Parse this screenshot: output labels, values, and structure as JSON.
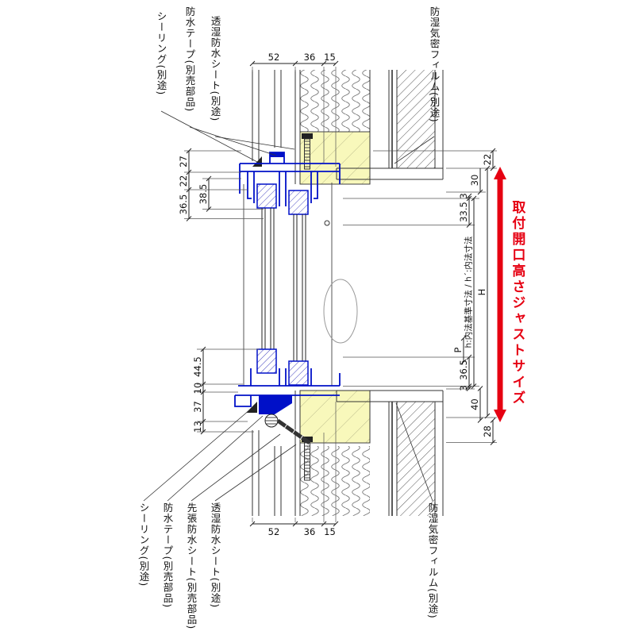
{
  "colors": {
    "accent_red": "#e60012",
    "frame_blue": "#0010c8",
    "insulation_yellow": "#f8f8bb"
  },
  "callouts_top": [
    {
      "label": "シーリング(別途)"
    },
    {
      "label": "防水テープ(別売部品)"
    },
    {
      "label": "透湿防水シート(別途)"
    },
    {
      "label": "防湿気密フィルム(別途)"
    }
  ],
  "callouts_bottom": [
    {
      "label": "シーリング(別途)"
    },
    {
      "label": "防水テープ(別売部品)"
    },
    {
      "label": "先張防水シート(別売部品)"
    },
    {
      "label": "透湿防水シート(別途)"
    },
    {
      "label": "防湿気密フィルム(別途)"
    }
  ],
  "note_red": "取付開口高さジャストサイズ",
  "dims": {
    "top_chain": [
      "52",
      "36",
      "15"
    ],
    "bottom_chain": [
      "52",
      "36",
      "15"
    ],
    "left": {
      "d27": "27",
      "d22": "22",
      "d38_5": "38.5",
      "d36_5": "36.5",
      "d44_5": "44.5",
      "d10": "10",
      "d37": "37",
      "d13": "13"
    },
    "right": {
      "d22": "22",
      "d30": "30",
      "d3a": "3",
      "d33_5": "33.5",
      "H": "H",
      "P": "P",
      "d36_5": "36.5",
      "d3b": "3",
      "d40": "40",
      "d28": "28"
    },
    "h_label": "h:内法基準寸法 / h´:内法寸法"
  }
}
